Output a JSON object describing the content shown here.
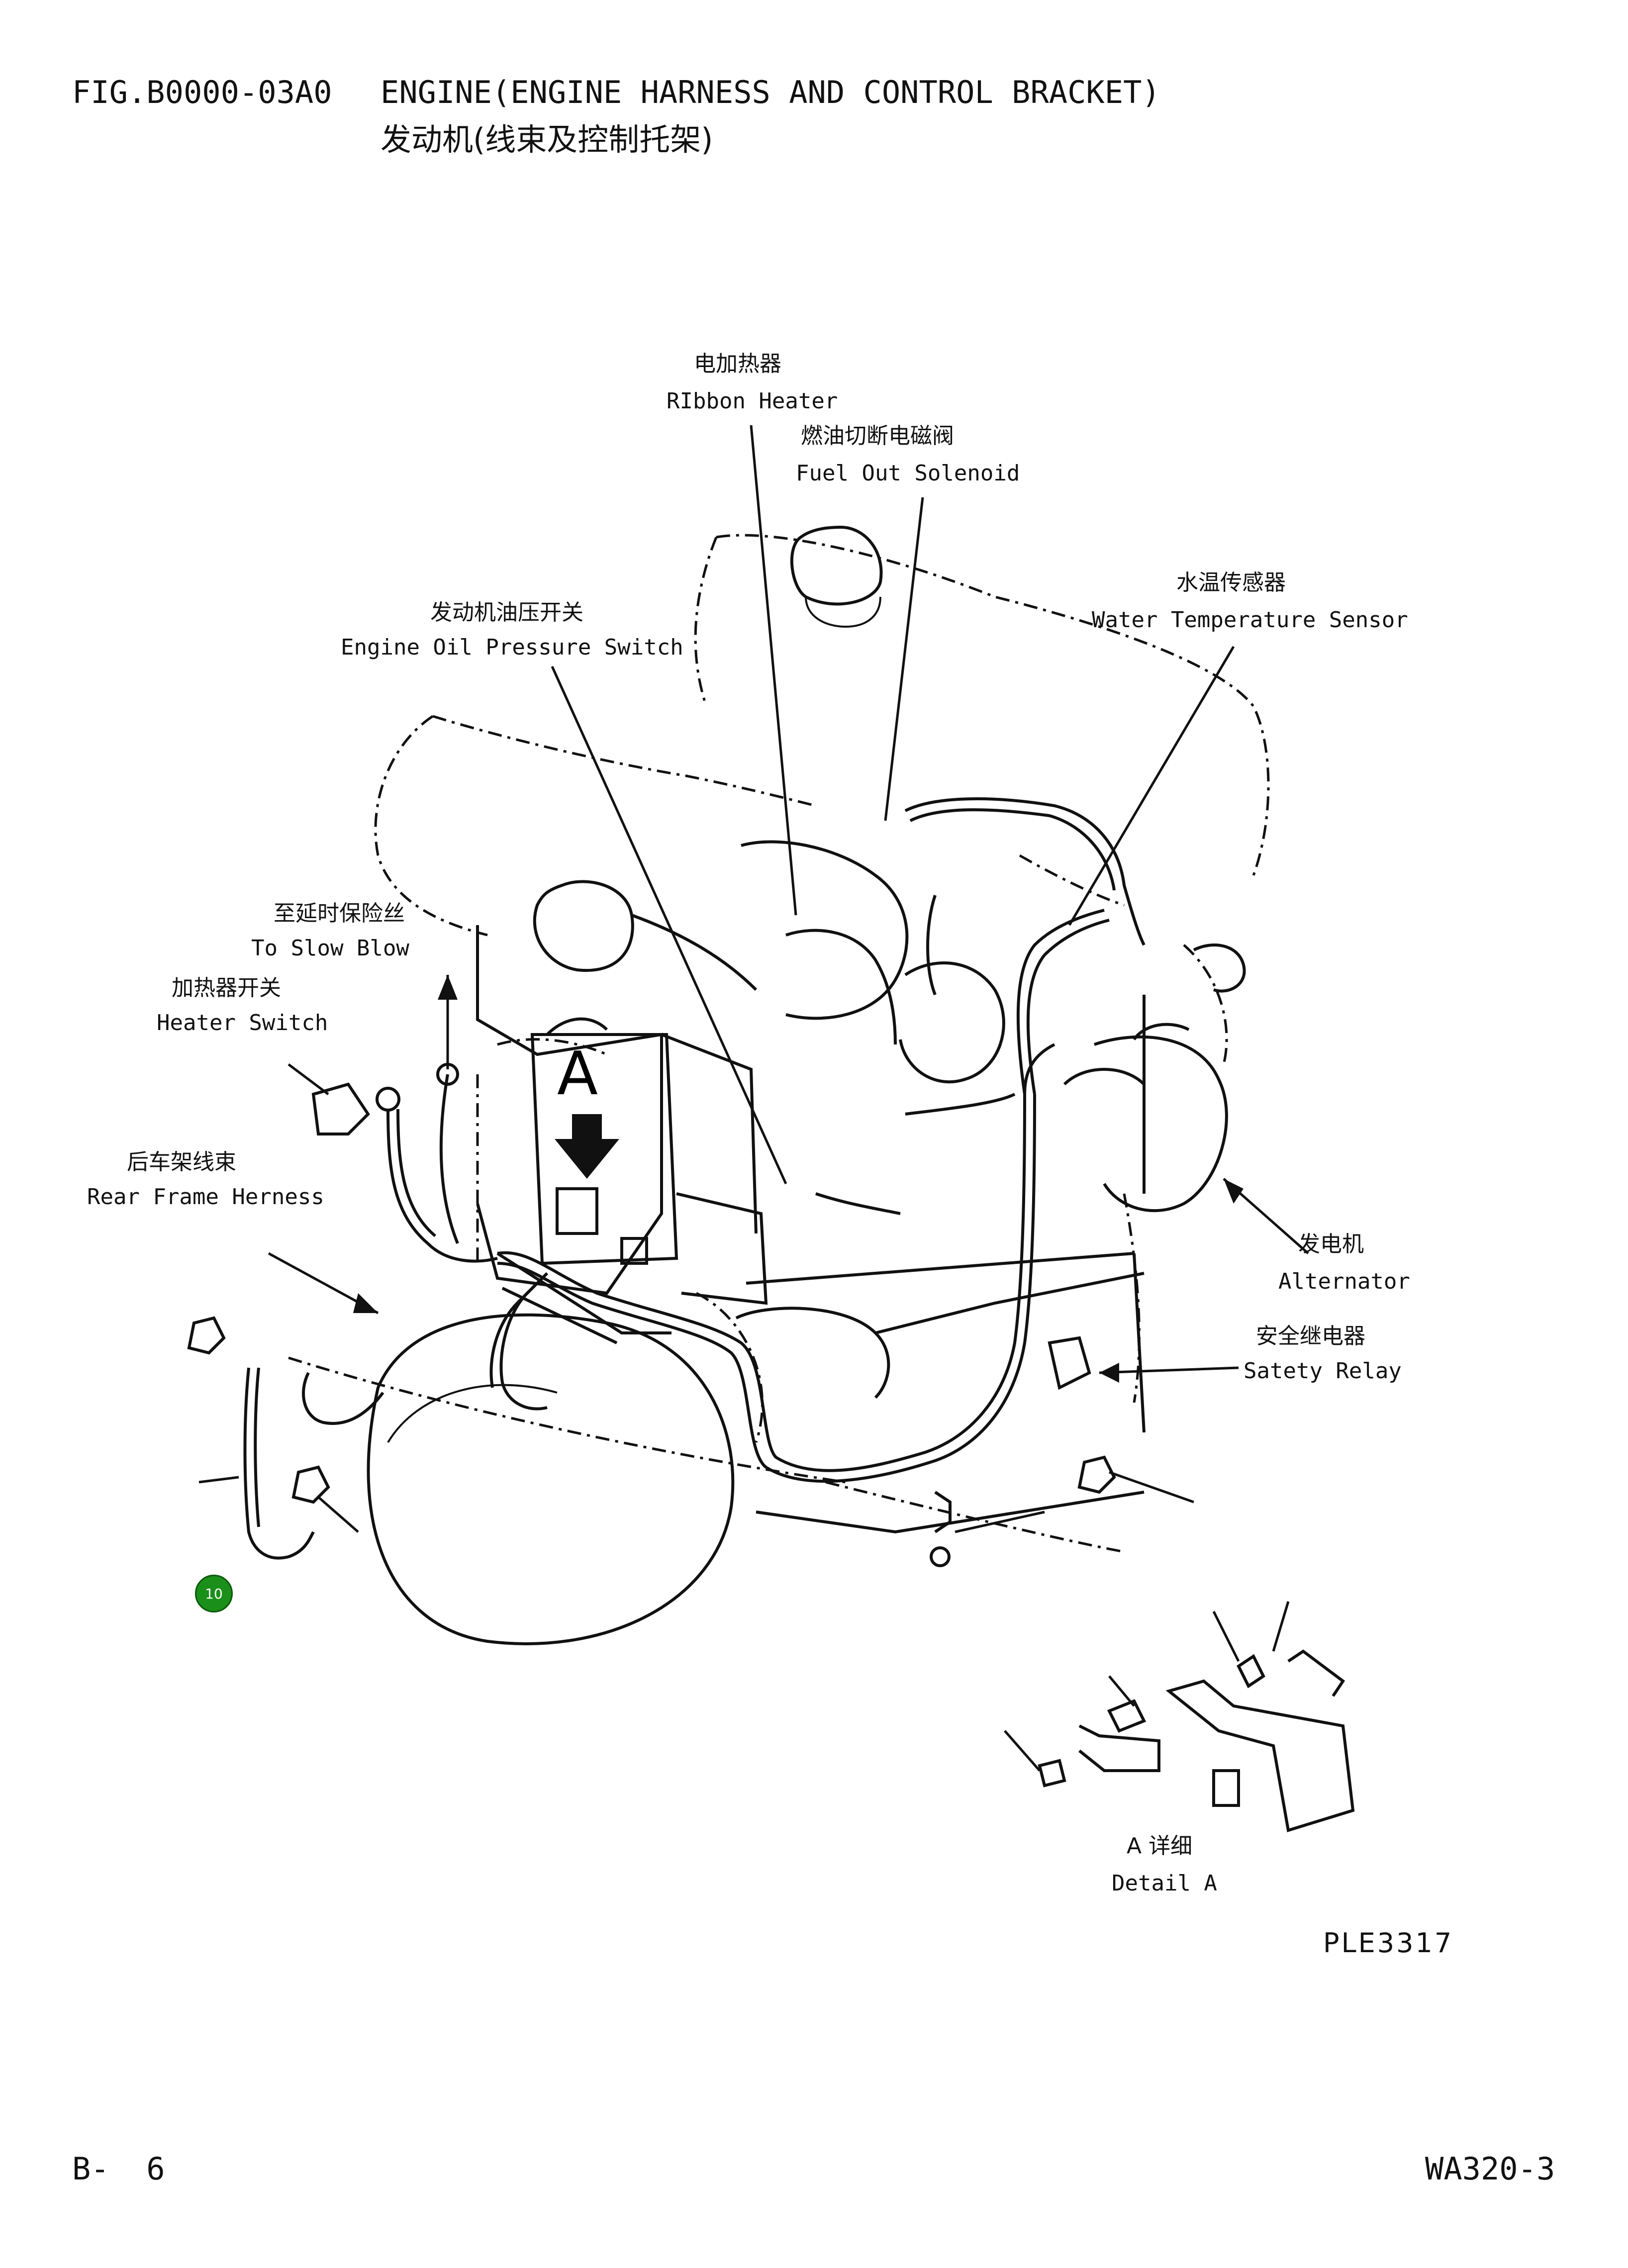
{
  "header": {
    "fig_no": "FIG.B0000-03A0",
    "title_en": "ENGINE(ENGINE HARNESS AND CONTROL BRACKET)",
    "title_cn": "发动机(线束及控制托架)"
  },
  "labels": {
    "ribbon_heater": {
      "cn": "电加热器",
      "en": "RIbbon Heater"
    },
    "fuel_out_solenoid": {
      "cn": "燃油切断电磁阀",
      "en": "Fuel Out Solenoid"
    },
    "water_temp_sensor": {
      "cn": "水温传感器",
      "en": "Water Temperature Sensor"
    },
    "engine_oil_pressure_switch": {
      "cn": "发动机油压开关",
      "en": "Engine Oil Pressure Switch"
    },
    "to_slow_blow": {
      "cn": "至延时保险丝",
      "en": "To Slow Blow"
    },
    "heater_switch": {
      "cn": "加热器开关",
      "en": "Heater Switch"
    },
    "rear_frame_harness": {
      "cn": "后车架线束",
      "en": "Rear Frame Herness"
    },
    "alternator": {
      "cn": "发电机",
      "en": "Alternator"
    },
    "safety_relay": {
      "cn": "安全继电器",
      "en": "Satety Relay"
    },
    "detail_a": {
      "cn": "A 详细",
      "en": "Detail A"
    }
  },
  "view_letter": "A",
  "callouts": [
    "10"
  ],
  "drawing_code": "PLE3317",
  "footer": {
    "page": "B-  6",
    "model": "WA320-3"
  }
}
